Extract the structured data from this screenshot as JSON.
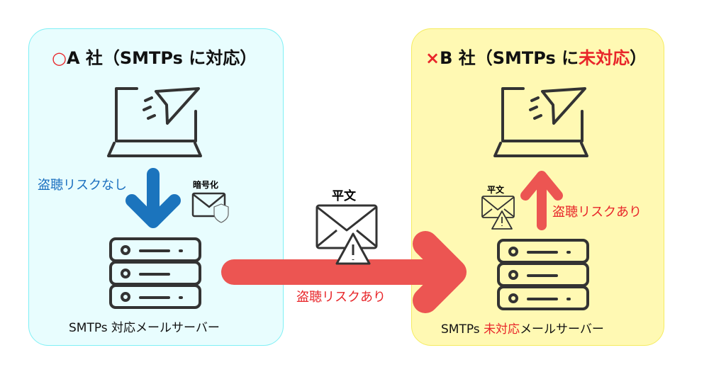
{
  "panel_a": {
    "mark": "○",
    "title": "A 社（SMTPs に対応）",
    "risk_label": "盗聴リスクなし",
    "envelope_label": "暗号化",
    "server_label": "SMTPs 対応メールサーバー"
  },
  "panel_b": {
    "mark": "×",
    "title_prefix": "B 社（SMTPs に",
    "title_highlight": "未対応",
    "title_suffix": "）",
    "risk_label": "盗聴リスクあり",
    "envelope_label": "平文",
    "server_label_prefix": "SMTPs ",
    "server_label_highlight": "未対応",
    "server_label_suffix": "メールサーバー"
  },
  "transfer": {
    "envelope_label": "平文",
    "risk_label": "盗聴リスクあり"
  },
  "colors": {
    "red": "#e8262a",
    "arrow_red": "#ec5552",
    "arrow_blue": "#1b74bd",
    "panel_a": "#e8fdfe",
    "panel_b": "#fff9b3"
  }
}
